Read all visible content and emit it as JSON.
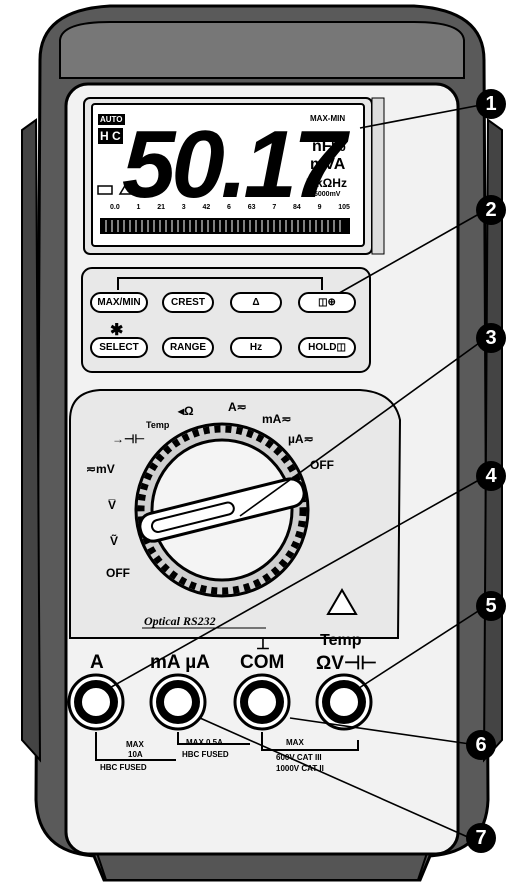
{
  "display": {
    "reading": "50.17",
    "auto": "AUTO",
    "hc": "H C",
    "max_min": "MAX-MIN",
    "units_row1": "nF%",
    "units_row2": "mVA",
    "units_row3": "MkΩHz",
    "count": "5000mV",
    "scale_ticks": [
      "0.0",
      "1",
      "21",
      "3",
      "42",
      "6",
      "63",
      "7",
      "84",
      "9",
      "105"
    ]
  },
  "buttons": [
    {
      "label": "MAX/MIN"
    },
    {
      "label": "CREST"
    },
    {
      "label": "Δ"
    },
    {
      "label": "◫⊕"
    },
    {
      "label": "SELECT"
    },
    {
      "label": "RANGE"
    },
    {
      "label": "Hz"
    },
    {
      "label": "HOLD◫"
    }
  ],
  "select_star": "✱",
  "dial": {
    "labels": {
      "ohm": "◂Ω",
      "amp": "A≂",
      "temp": "Temp",
      "ma": "mA≂",
      "diode": "→⊣⊢",
      "ua": "µA≂",
      "mv": "≂mV",
      "off_right": "OFF",
      "vdc": "V̅",
      "vac": "Ṽ",
      "off_left": "OFF"
    },
    "optical": "Optical RS232"
  },
  "jacks": {
    "a": "A",
    "ma_ua": "mA µA",
    "com": "COM",
    "com_symbol": "⊥",
    "temp": "Temp",
    "v": "ΩV⊣⊢",
    "warning": "⚠"
  },
  "ratings": {
    "max1": "MAX",
    "a10": "10A",
    "hbc1": "HBC FUSED",
    "max2": "MAX 0.5A",
    "hbc2": "HBC FUSED",
    "max3": "MAX",
    "v600": "600V CAT III",
    "v1000": "1000V CAT II"
  },
  "callouts": [
    "1",
    "2",
    "3",
    "4",
    "5",
    "6",
    "7"
  ]
}
